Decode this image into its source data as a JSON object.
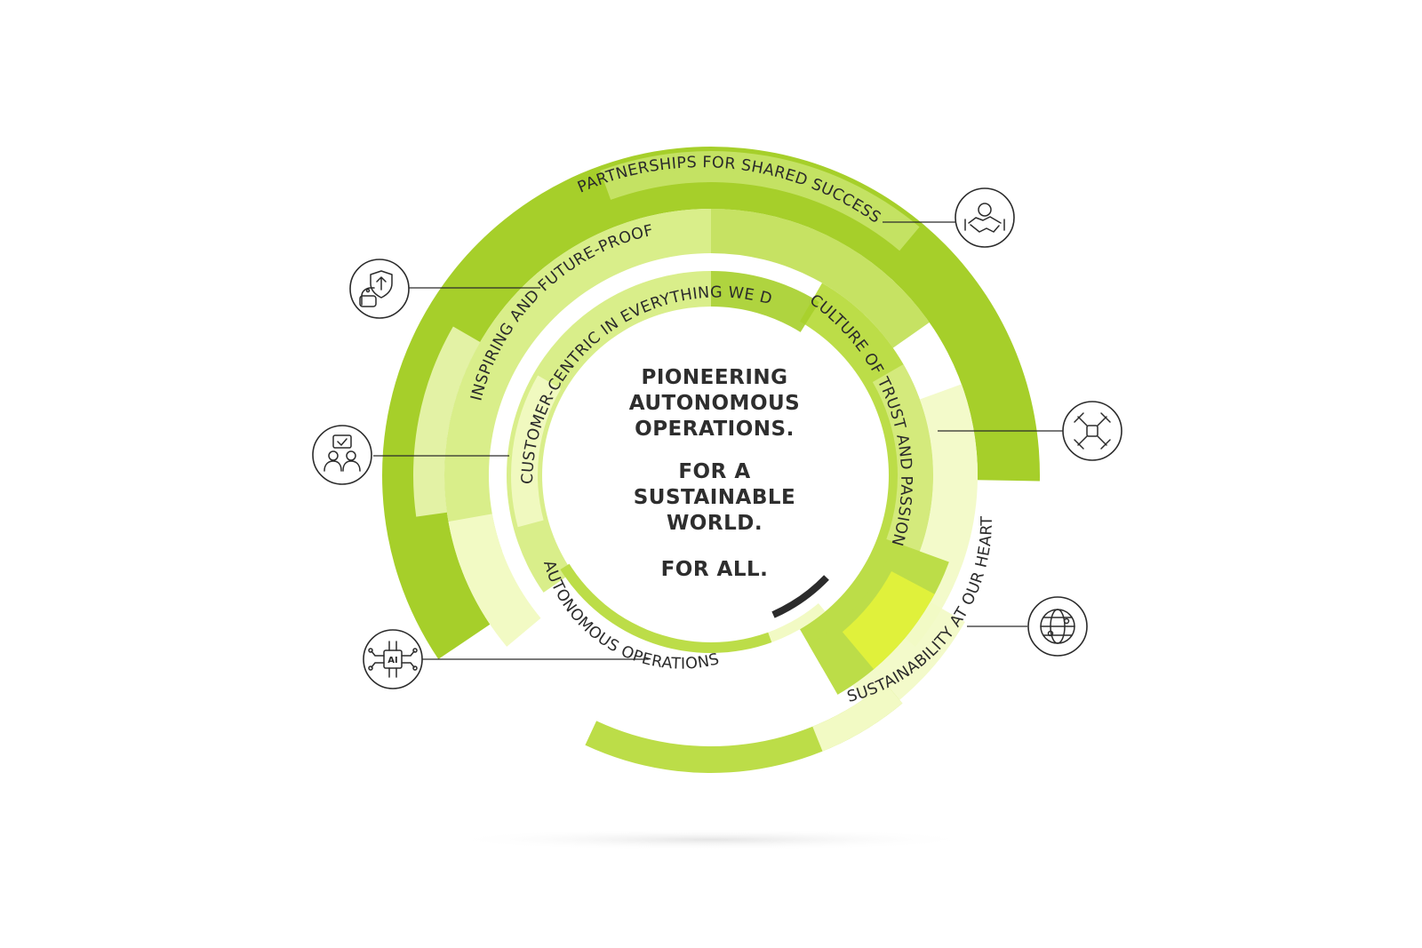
{
  "diagram": {
    "center_lines": [
      "PIONEERING",
      "AUTONOMOUS",
      "OPERATIONS.",
      "FOR A",
      "SUSTAINABLE",
      "WORLD.",
      "FOR ALL."
    ],
    "rings": {
      "partnerships": "PARTNERSHIPS FOR SHARED SUCCESS",
      "inspiring": "INSPIRING AND FUTURE-PROOF",
      "customer": "CUSTOMER-CENTRIC IN EVERYTHING WE DO",
      "culture": "CULTURE OF TRUST AND PASSION",
      "autonomous": "AUTONOMOUS OPERATIONS",
      "sustainability": "SUSTAINABILITY AT OUR HEART"
    },
    "icons": {
      "partnerships": "handshake-icon",
      "inspiring": "robot-shield-icon",
      "customer": "people-chat-icon",
      "culture": "hands-together-icon",
      "autonomous": "ai-chip-icon",
      "sustainability": "globe-icon"
    },
    "colors": {
      "green_dark": "#a6cf2a",
      "green_mid": "#bcdd48",
      "green_light": "#d9ee8a",
      "green_pale": "#f2fac4",
      "yellow_accent": "#e6f53a",
      "text": "#2b2b2b",
      "dark_arc": "#2b2b2b"
    }
  }
}
